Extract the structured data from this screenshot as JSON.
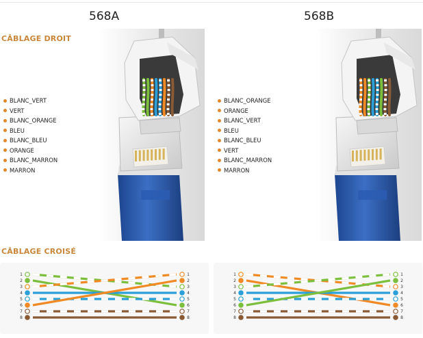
{
  "standards": {
    "a": {
      "title": "568A"
    },
    "b": {
      "title": "568B"
    }
  },
  "sections": {
    "straight": "CÂBLAGE DROIT",
    "crossed": "CÂBLAGE CROISÉ"
  },
  "colors": {
    "accent": "#c8873a",
    "bullet": "#e0892c",
    "orange": "#f08a24",
    "green": "#7cbf3c",
    "blue": "#2a9fd8",
    "brown": "#8a5a34",
    "cable_blue": "#2e5fae"
  },
  "wiring_568a": [
    {
      "label": "BLANC_VERT"
    },
    {
      "label": "VERT"
    },
    {
      "label": "BLANC_ORANGE"
    },
    {
      "label": "BLEU"
    },
    {
      "label": "BLANC_BLEU"
    },
    {
      "label": "ORANGE"
    },
    {
      "label": "BLANC_MARRON"
    },
    {
      "label": "MARRON"
    }
  ],
  "wiring_568b": [
    {
      "label": "BLANC_ORANGE"
    },
    {
      "label": "ORANGE"
    },
    {
      "label": "BLANC_VERT"
    },
    {
      "label": "BLEU"
    },
    {
      "label": "BLANC_BLEU"
    },
    {
      "label": "VERT"
    },
    {
      "label": "BLANC_MARRON"
    },
    {
      "label": "MARRON"
    }
  ],
  "pins": [
    "1",
    "2",
    "3",
    "4",
    "5",
    "6",
    "7",
    "8"
  ],
  "crossover_left": {
    "left_colors": [
      "green",
      "green",
      "orange",
      "blue",
      "blue",
      "orange",
      "brown",
      "brown"
    ],
    "left_striped": [
      true,
      false,
      true,
      false,
      true,
      false,
      true,
      false
    ],
    "right_colors": [
      "orange",
      "orange",
      "green",
      "blue",
      "blue",
      "green",
      "brown",
      "brown"
    ],
    "right_striped": [
      true,
      false,
      true,
      false,
      true,
      false,
      true,
      false
    ],
    "wires": [
      {
        "from": 1,
        "to": 3,
        "color": "green",
        "striped": true
      },
      {
        "from": 2,
        "to": 6,
        "color": "green",
        "striped": false
      },
      {
        "from": 3,
        "to": 1,
        "color": "orange",
        "striped": true
      },
      {
        "from": 4,
        "to": 4,
        "color": "blue",
        "striped": false
      },
      {
        "from": 5,
        "to": 5,
        "color": "blue",
        "striped": true
      },
      {
        "from": 6,
        "to": 2,
        "color": "orange",
        "striped": false
      },
      {
        "from": 7,
        "to": 7,
        "color": "brown",
        "striped": true
      },
      {
        "from": 8,
        "to": 8,
        "color": "brown",
        "striped": false
      }
    ]
  },
  "crossover_right": {
    "left_colors": [
      "orange",
      "orange",
      "green",
      "blue",
      "blue",
      "green",
      "brown",
      "brown"
    ],
    "left_striped": [
      true,
      false,
      true,
      false,
      true,
      false,
      true,
      false
    ],
    "right_colors": [
      "green",
      "green",
      "orange",
      "blue",
      "blue",
      "orange",
      "brown",
      "brown"
    ],
    "right_striped": [
      true,
      false,
      true,
      false,
      true,
      false,
      true,
      false
    ],
    "wires": [
      {
        "from": 1,
        "to": 3,
        "color": "orange",
        "striped": true
      },
      {
        "from": 2,
        "to": 6,
        "color": "orange",
        "striped": false
      },
      {
        "from": 3,
        "to": 1,
        "color": "green",
        "striped": true
      },
      {
        "from": 4,
        "to": 4,
        "color": "blue",
        "striped": false
      },
      {
        "from": 5,
        "to": 5,
        "color": "blue",
        "striped": true
      },
      {
        "from": 6,
        "to": 2,
        "color": "green",
        "striped": false
      },
      {
        "from": 7,
        "to": 7,
        "color": "brown",
        "striped": true
      },
      {
        "from": 8,
        "to": 8,
        "color": "brown",
        "striped": false
      }
    ]
  }
}
